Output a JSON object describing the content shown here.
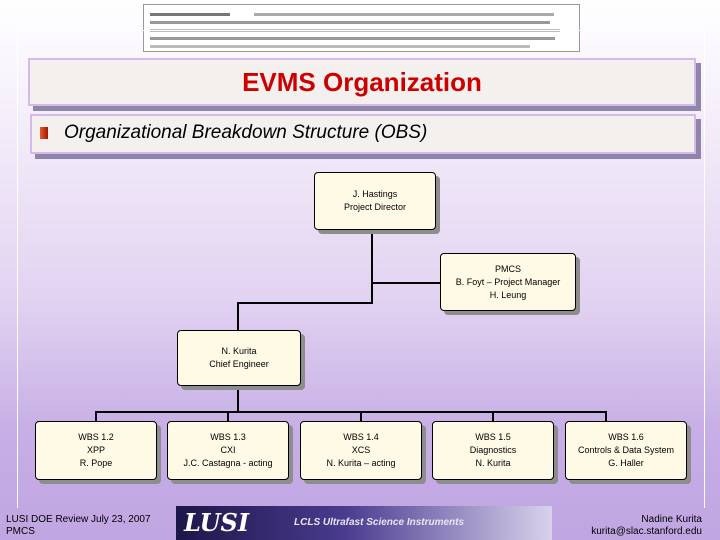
{
  "slide": {
    "title": "EVMS Organization",
    "subtitle": "Organizational Breakdown Structure (OBS)"
  },
  "org": {
    "director": {
      "name": "J. Hastings",
      "role": "Project Director"
    },
    "pmcs": {
      "line1": "PMCS",
      "line2": "B. Foyt – Project Manager",
      "line3": "H. Leung"
    },
    "chief_engineer": {
      "name": "N. Kurita",
      "role": "Chief Engineer"
    },
    "wbs": [
      {
        "id": "WBS 1.2",
        "name": "XPP",
        "lead": "R. Pope"
      },
      {
        "id": "WBS 1.3",
        "name": "CXI",
        "lead": "J.C. Castagna - acting"
      },
      {
        "id": "WBS 1.4",
        "name": "XCS",
        "lead": "N. Kurita – acting"
      },
      {
        "id": "WBS 1.5",
        "name": "Diagnostics",
        "lead": "N. Kurita"
      },
      {
        "id": "WBS 1.6",
        "name": "Controls & Data System",
        "lead": "G. Haller"
      }
    ]
  },
  "footer": {
    "left_line1": "LUSI DOE Review July 23, 2007",
    "left_line2": "PMCS",
    "logo_text": "LUSI",
    "tagline": "LCLS Ultrafast Science Instruments",
    "right_line1": "Nadine Kurita",
    "right_line2": "kurita@slac.stanford.edu"
  },
  "colors": {
    "title": "#cc0000",
    "node_fill": "#fffae6",
    "background_bottom": "#c0a6e2"
  }
}
